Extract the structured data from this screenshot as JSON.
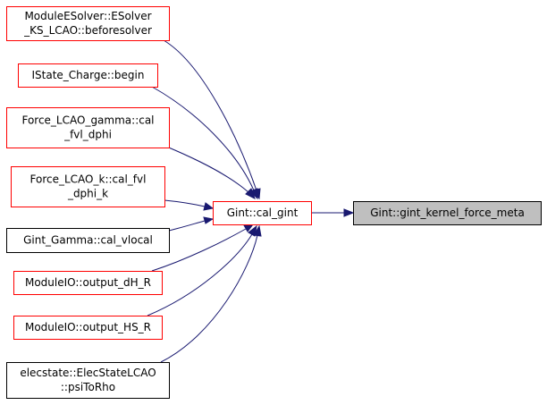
{
  "nodes": {
    "before_solver": {
      "lines": [
        "ModuleESolver::ESolver",
        "_KS_LCAO::beforesolver"
      ],
      "border": "#ff0000",
      "fill": "#ffffff"
    },
    "istate_begin": {
      "lines": [
        "IState_Charge::begin"
      ],
      "border": "#ff0000",
      "fill": "#ffffff"
    },
    "force_gamma": {
      "lines": [
        "Force_LCAO_gamma::cal",
        "_fvl_dphi"
      ],
      "border": "#ff0000",
      "fill": "#ffffff"
    },
    "force_k": {
      "lines": [
        "Force_LCAO_k::cal_fvl",
        "_dphi_k"
      ],
      "border": "#ff0000",
      "fill": "#ffffff"
    },
    "gint_gamma": {
      "lines": [
        "Gint_Gamma::cal_vlocal"
      ],
      "border": "#000000",
      "fill": "#ffffff"
    },
    "output_dh": {
      "lines": [
        "ModuleIO::output_dH_R"
      ],
      "border": "#ff0000",
      "fill": "#ffffff"
    },
    "output_hs": {
      "lines": [
        "ModuleIO::output_HS_R"
      ],
      "border": "#ff0000",
      "fill": "#ffffff"
    },
    "elecstate": {
      "lines": [
        "elecstate::ElecStateLCAO",
        "::psiToRho"
      ],
      "border": "#000000",
      "fill": "#ffffff"
    },
    "cal_gint": {
      "lines": [
        "Gint::cal_gint"
      ],
      "border": "#ff0000",
      "fill": "#ffffff"
    },
    "kernel_meta": {
      "lines": [
        "Gint::gint_kernel_force_meta"
      ],
      "border": "#000000",
      "fill": "#bfbfbf"
    }
  },
  "edges": [
    [
      "before_solver",
      "cal_gint"
    ],
    [
      "istate_begin",
      "cal_gint"
    ],
    [
      "force_gamma",
      "cal_gint"
    ],
    [
      "force_k",
      "cal_gint"
    ],
    [
      "gint_gamma",
      "cal_gint"
    ],
    [
      "output_dh",
      "cal_gint"
    ],
    [
      "output_hs",
      "cal_gint"
    ],
    [
      "elecstate",
      "cal_gint"
    ],
    [
      "cal_gint",
      "kernel_meta"
    ]
  ],
  "colors": {
    "edge": "#191970",
    "caller_border": "#ff0000",
    "plain_border": "#000000",
    "focus_fill": "#bfbfbf"
  }
}
